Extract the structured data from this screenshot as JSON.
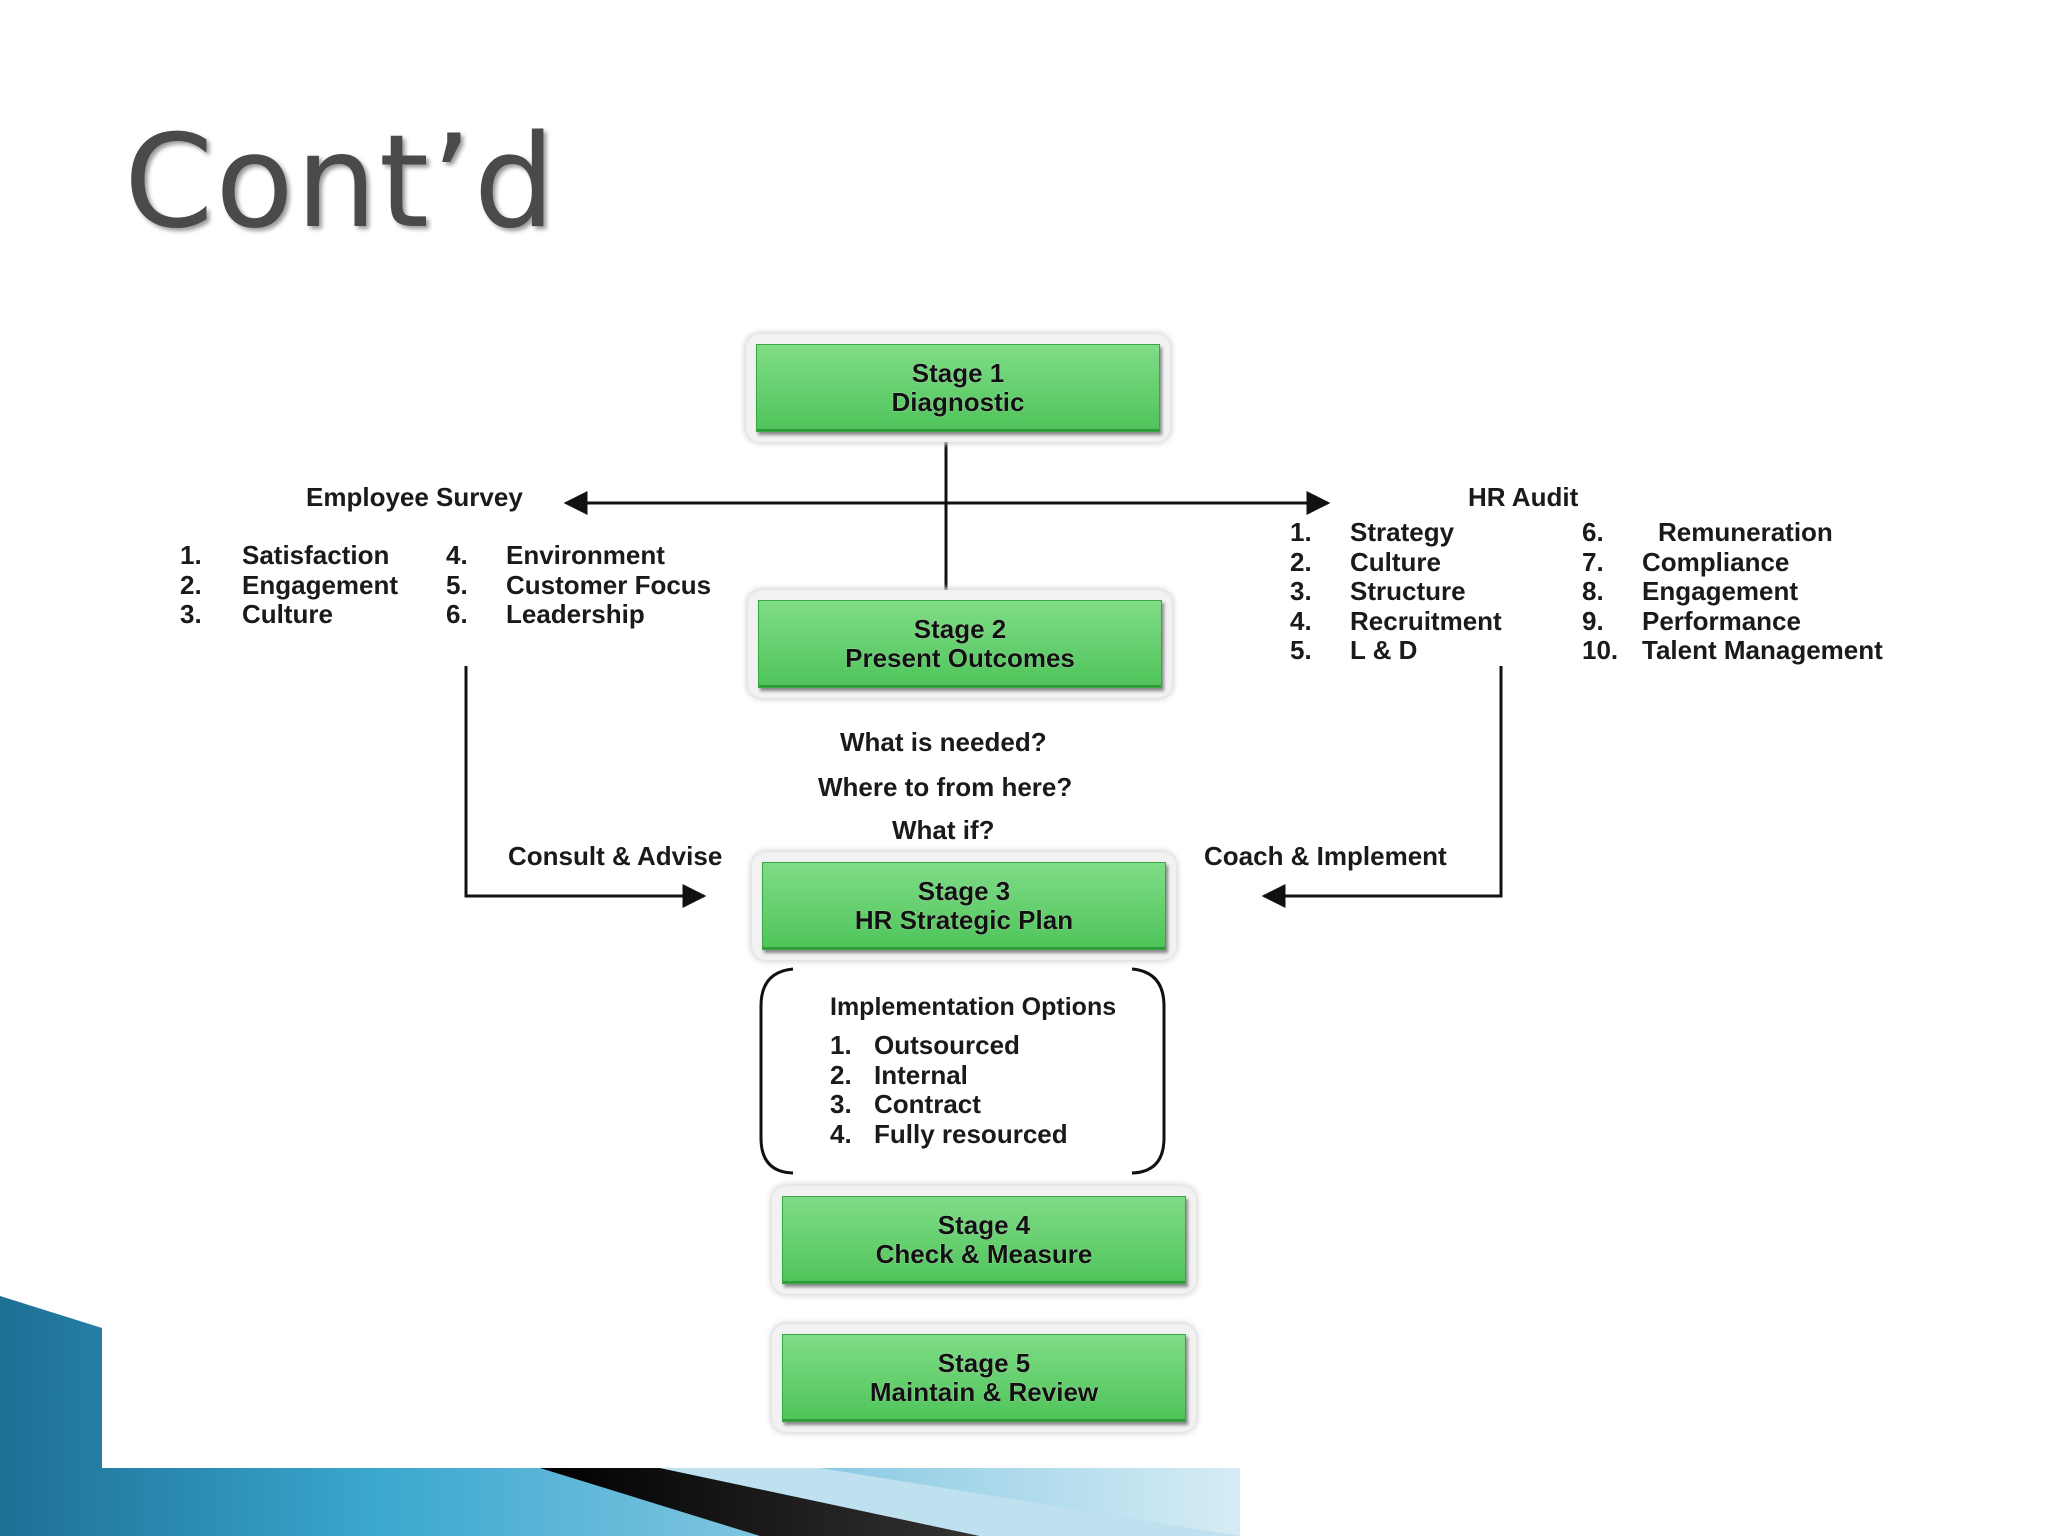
{
  "slide": {
    "title": "Cont’d"
  },
  "stages": [
    {
      "line1": "Stage 1",
      "line2": "Diagnostic"
    },
    {
      "line1": "Stage 2",
      "line2": "Present Outcomes"
    },
    {
      "line1": "Stage 3",
      "line2": "HR Strategic Plan"
    },
    {
      "line1": "Stage 4",
      "line2": "Check & Measure"
    },
    {
      "line1": "Stage 5",
      "line2": "Maintain & Review"
    }
  ],
  "employee_survey": {
    "title": "Employee Survey",
    "items": [
      {
        "num": "1.",
        "label": "Satisfaction"
      },
      {
        "num": "2.",
        "label": "Engagement"
      },
      {
        "num": "3.",
        "label": "Culture"
      },
      {
        "num": "4.",
        "label": "Environment"
      },
      {
        "num": "5.",
        "label": "Customer Focus"
      },
      {
        "num": "6.",
        "label": "Leadership"
      }
    ]
  },
  "hr_audit": {
    "title": "HR Audit",
    "items": [
      {
        "num": "1.",
        "label": "Strategy"
      },
      {
        "num": "2.",
        "label": "Culture"
      },
      {
        "num": "3.",
        "label": "Structure"
      },
      {
        "num": "4.",
        "label": "Recruitment"
      },
      {
        "num": "5.",
        "label": "L & D"
      },
      {
        "num": "6.",
        "label": "Remuneration"
      },
      {
        "num": "7.",
        "label": "Compliance"
      },
      {
        "num": "8.",
        "label": "Engagement"
      },
      {
        "num": "9.",
        "label": "Performance"
      },
      {
        "num": "10.",
        "label": "Talent Management"
      }
    ]
  },
  "questions": [
    "What is needed?",
    "Where to from here?",
    "What if?"
  ],
  "consult_label": "Consult & Advise",
  "coach_label": "Coach & Implement",
  "implementation": {
    "title": "Implementation Options",
    "items": [
      {
        "num": "1.",
        "label": "Outsourced"
      },
      {
        "num": "2.",
        "label": "Internal"
      },
      {
        "num": "3.",
        "label": "Contract"
      },
      {
        "num": "4.",
        "label": "Fully resourced"
      }
    ]
  },
  "colors": {
    "stage_fill": "#5ccf66",
    "stage_border": "#38a843",
    "title": "#4a4a4a",
    "deco_blue": "#2a8fb8",
    "deco_light": "#a9d3e6"
  }
}
